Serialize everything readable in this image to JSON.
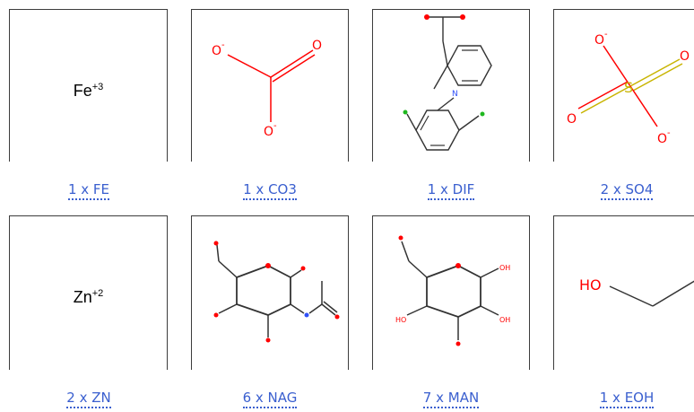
{
  "colors": {
    "link": "#3a5fcf",
    "border": "#3c3c3c",
    "oxygen": "#ff0000",
    "sulfur": "#c8b400",
    "nitrogen": "#3050f8",
    "halogen": "#1fb81f",
    "bond": "#333333"
  },
  "row1": [
    {
      "caption": "1 x FE",
      "ion_symbol": "Fe",
      "ion_charge": "+3"
    },
    {
      "caption": "1 x CO3",
      "structure_icon": "carbonate-structure-icon"
    },
    {
      "caption": "1 x DIF",
      "structure_icon": "diclofenac-structure-icon"
    },
    {
      "caption": "2 x SO4",
      "structure_icon": "sulfate-structure-icon"
    }
  ],
  "row2": [
    {
      "caption": "2 x ZN",
      "ion_symbol": "Zn",
      "ion_charge": "+2"
    },
    {
      "caption": "6 x NAG",
      "structure_icon": "nag-structure-icon"
    },
    {
      "caption": "7 x MAN",
      "structure_icon": "mannose-structure-icon"
    },
    {
      "caption": "1 x EOH",
      "structure_icon": "ethanol-structure-icon"
    }
  ],
  "atoms": {
    "o_minus": "O",
    "minus": "-",
    "o": "O",
    "s": "S",
    "n": "N",
    "ho": "HO",
    "oh": "OH"
  }
}
